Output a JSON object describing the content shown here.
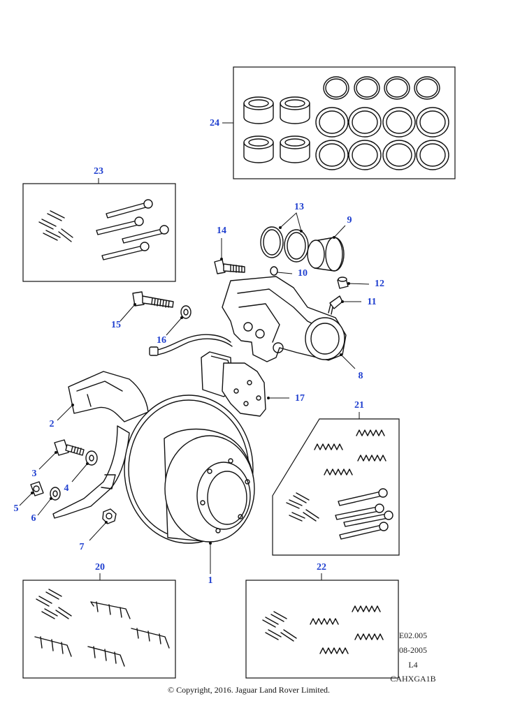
{
  "callouts": {
    "c1": "1",
    "c2": "2",
    "c3": "3",
    "c4": "4",
    "c5": "5",
    "c6": "6",
    "c7": "7",
    "c8": "8",
    "c9": "9",
    "c10": "10",
    "c11": "11",
    "c12": "12",
    "c13": "13",
    "c14": "14",
    "c15": "15",
    "c16": "16",
    "c17": "17",
    "c20": "20",
    "c21": "21",
    "c22": "22",
    "c23": "23",
    "c24": "24"
  },
  "reference": {
    "code": "E02.005",
    "date": "08-2005",
    "level": "L4",
    "catalogue": "CAHXGA1B"
  },
  "footer": {
    "copyright": "© Copyright, 2016. Jaguar Land Rover Limited."
  },
  "colors": {
    "callout": "#1f3fcf",
    "line": "#111111"
  }
}
